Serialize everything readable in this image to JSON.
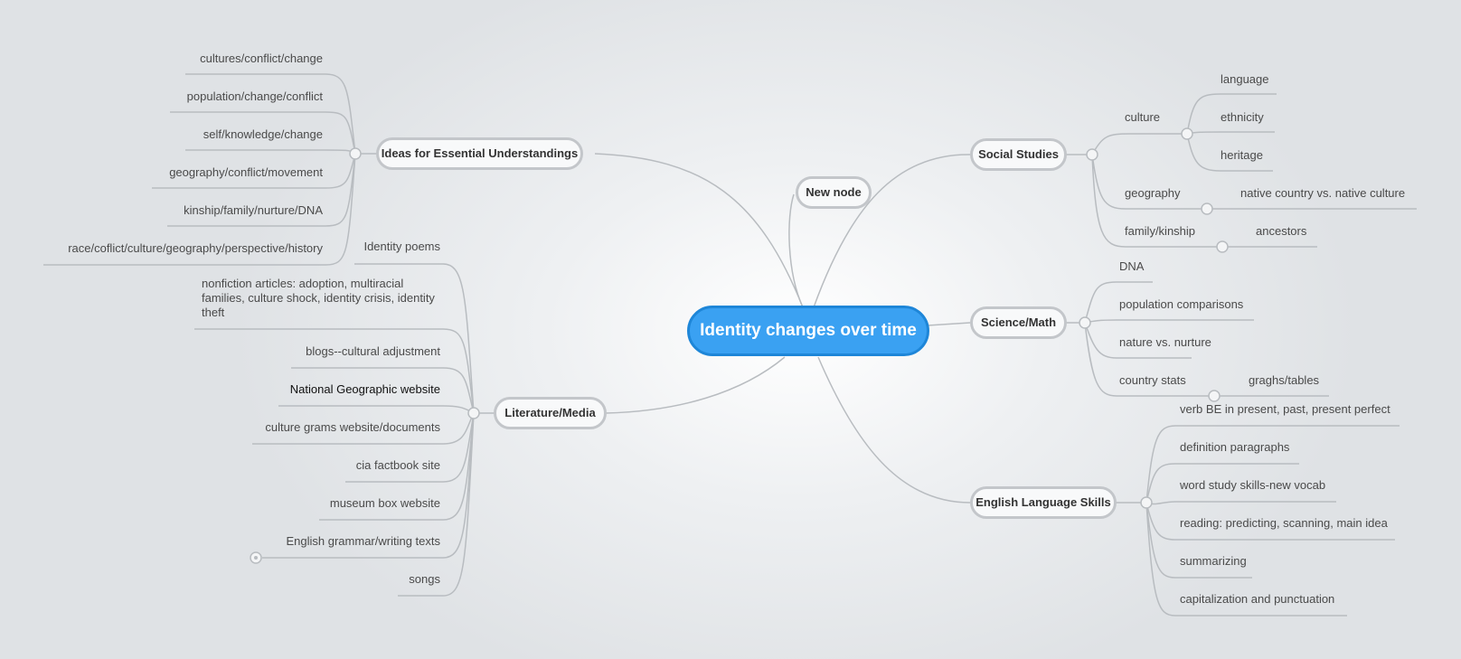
{
  "central": "Identity changes over time",
  "topics": {
    "ideas": "Ideas for Essential Understandings",
    "new_node": "New node",
    "social": "Social Studies",
    "science": "Science/Math",
    "english": "English Language Skills",
    "literature": "Literature/Media"
  },
  "ideas_children": [
    "cultures/conflict/change",
    "population/change/conflict",
    "self/knowledge/change",
    "geography/conflict/movement",
    "kinship/family/nurture/DNA",
    "race/coflict/culture/geography/perspective/history"
  ],
  "literature_children": [
    "Identity poems",
    "nonfiction articles: adoption, multiracial families, culture shock, identity crisis, identity theft",
    "blogs--cultural adjustment",
    "National Geographic website",
    "culture grams website/documents",
    "cia factbook site",
    "museum box website",
    "English grammar/writing texts",
    "songs"
  ],
  "social_children": {
    "culture": "culture",
    "culture_items": [
      "language",
      "ethnicity",
      "heritage"
    ],
    "geography": "geography",
    "geography_item": "native country vs. native culture",
    "family": "family/kinship",
    "family_item": "ancestors"
  },
  "science_children": {
    "items": [
      "DNA",
      "population comparisons",
      "nature vs. nurture",
      "country stats"
    ],
    "country_item": "graghs/tables"
  },
  "english_children": [
    "verb BE in present, past, present perfect",
    "definition paragraphs",
    "word study skills-new vocab",
    "reading: predicting, scanning, main idea",
    "summarizing",
    "capitalization and punctuation"
  ],
  "colors": {
    "central_fill": "#3aa1f2",
    "central_border": "#1e86d8",
    "line": "#b8bcc0",
    "topic_border": "#c3c6ca",
    "topic_fill": "#f8f9fa"
  }
}
